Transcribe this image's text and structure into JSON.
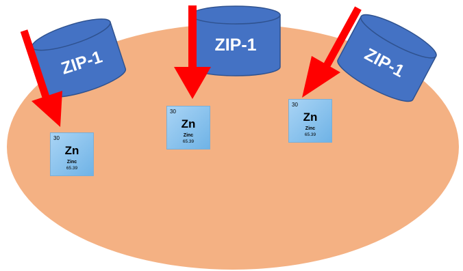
{
  "theme": {
    "cell_fill": "#f4b183",
    "transporter_fill": "#4472c4",
    "transporter_stroke": "#2f528f",
    "arrow_color": "#ff0000",
    "tile_gradient": [
      "#a9d4f5",
      "#6fb3e6"
    ]
  },
  "transporters": [
    {
      "label": "ZIP-1"
    },
    {
      "label": "ZIP-1"
    },
    {
      "label": "ZIP-1"
    }
  ],
  "zinc_tiles": [
    {
      "atomic_number": "30",
      "symbol": "Zn",
      "name": "Zinc",
      "mass": "65.39"
    },
    {
      "atomic_number": "30",
      "symbol": "Zn",
      "name": "Zinc",
      "mass": "65.39"
    },
    {
      "atomic_number": "30",
      "symbol": "Zn",
      "name": "Zinc",
      "mass": "65.39"
    }
  ]
}
